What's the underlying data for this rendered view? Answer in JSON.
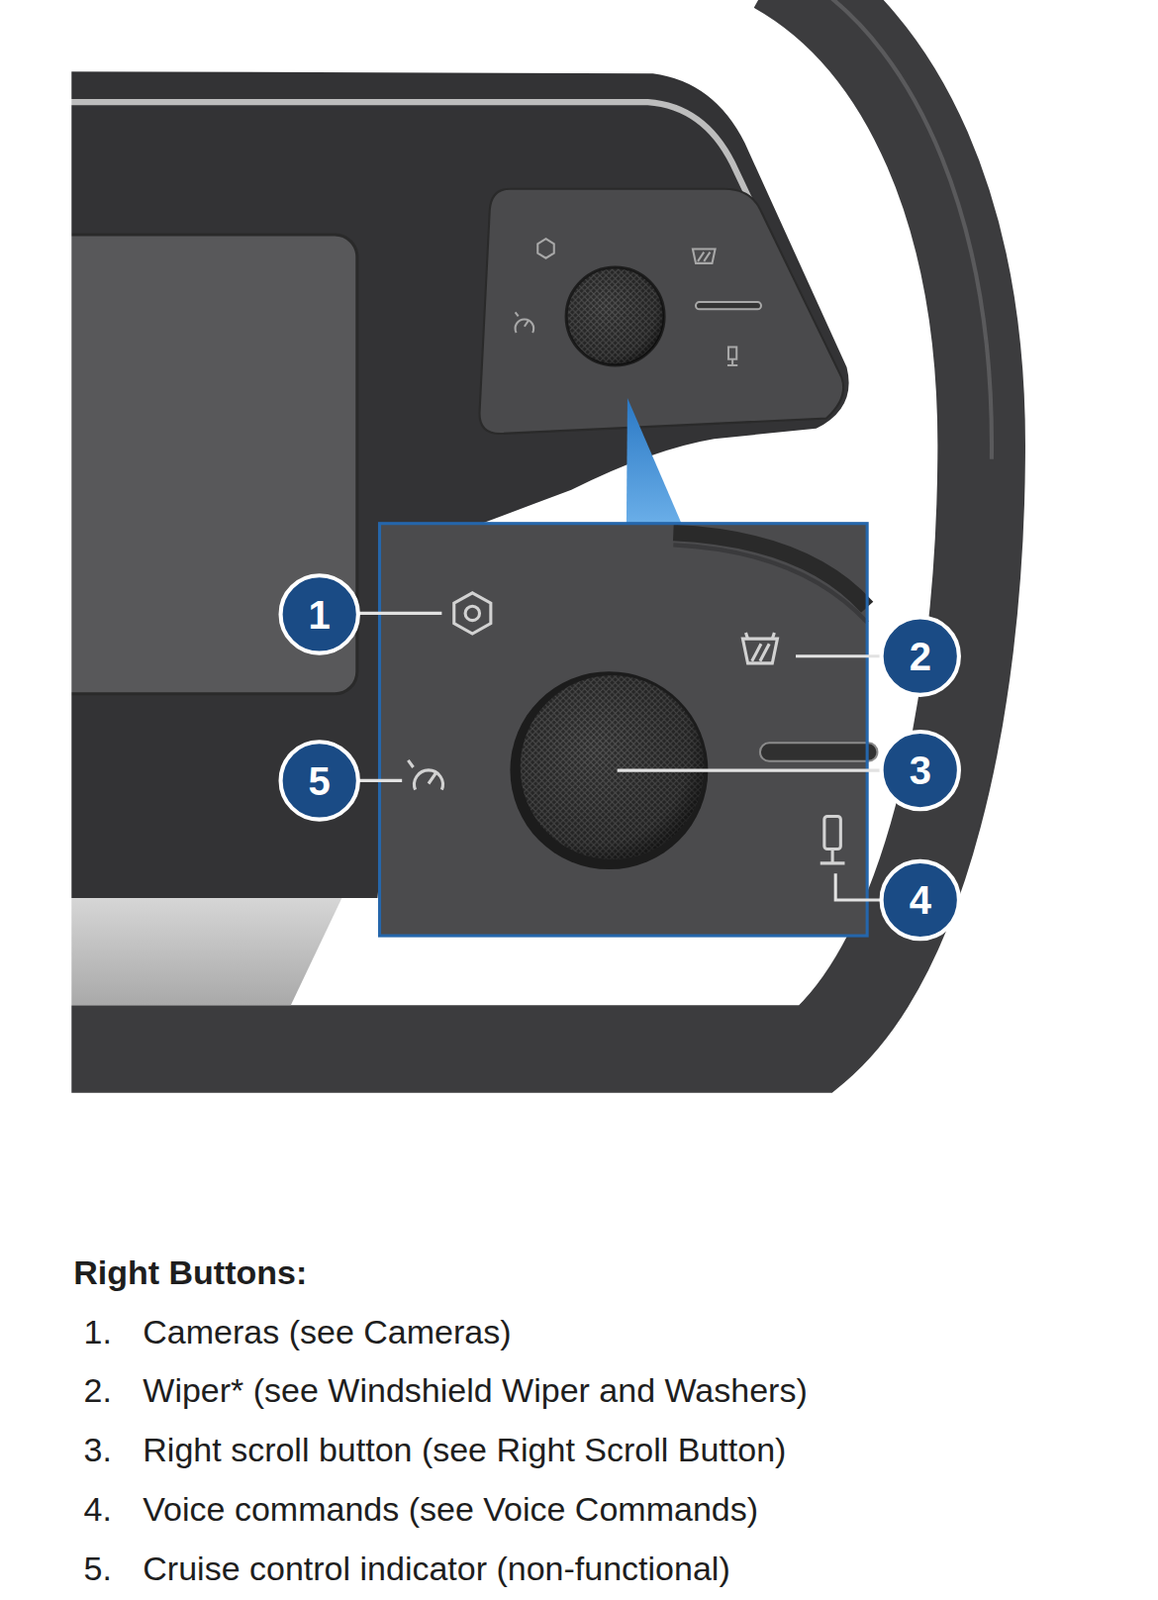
{
  "diagram": {
    "title": "Right Buttons:",
    "labels": [
      "1",
      "2",
      "3",
      "4",
      "5",
      "1.",
      "Cameras (see Cameras)",
      "2.",
      "Wiper* (see Windshield Wiper and Washers)",
      "3.",
      "Right scroll button (see Right Scroll Button)",
      "4.",
      "Voice commands (see Voice Commands)",
      "5.",
      "Cruise control indicator (non-functional)"
    ]
  }
}
